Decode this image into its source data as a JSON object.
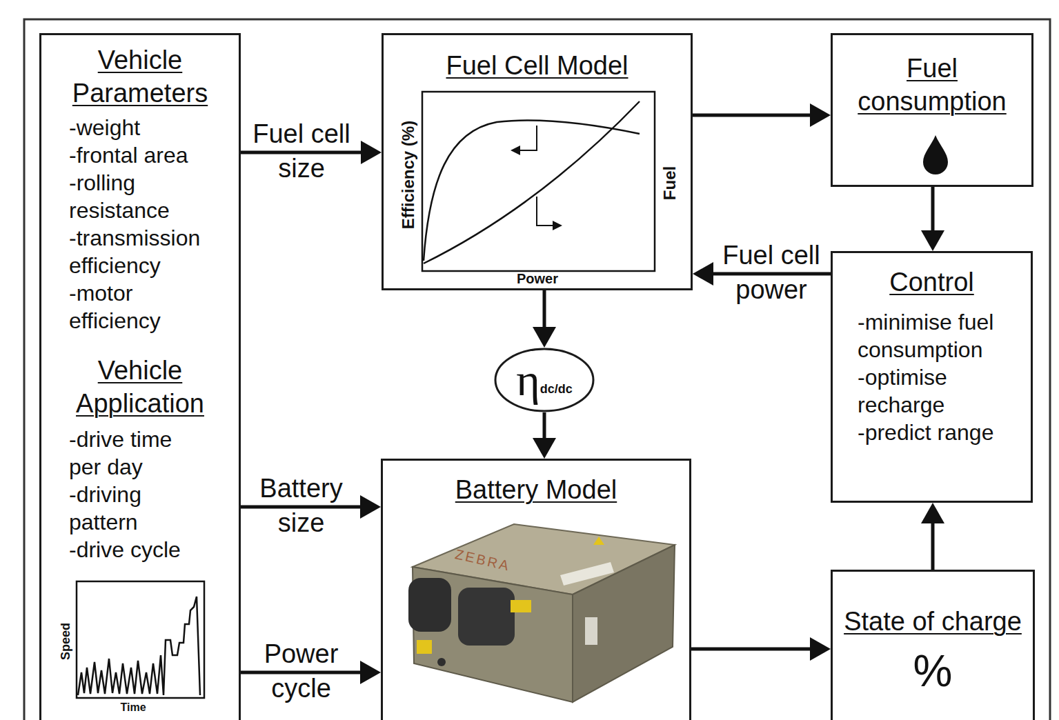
{
  "diagram": {
    "nodes": [
      {
        "text": [
          "Vehicle Parameters",
          "-weight",
          "-frontal area",
          "-rolling resistance",
          "-transmission efficiency",
          "-motor efficiency",
          "Vehicle Application",
          "-drive time per day",
          "-driving pattern",
          "-drive cycle"
        ]
      },
      {
        "text": [
          "Fuel Cell Model"
        ]
      },
      {
        "text": [
          "Fuel consumption"
        ]
      },
      {
        "text": [
          "Control",
          "-minimise fuel consumption",
          "-optimise recharge",
          "-predict range"
        ]
      },
      {
        "text": [
          "η",
          "dc/dc"
        ]
      },
      {
        "text": [
          "Battery Model"
        ]
      },
      {
        "text": [
          "State of charge",
          "%"
        ]
      }
    ],
    "edges": [
      {
        "from": 0,
        "to": 1,
        "label": "Fuel cell size",
        "arrow": "to"
      },
      {
        "from": 0,
        "to": 5,
        "label": "Battery size",
        "arrow": "to"
      },
      {
        "from": 0,
        "to": 5,
        "label": "Power cycle",
        "arrow": "to"
      },
      {
        "from": 1,
        "to": 2,
        "arrow": "to"
      },
      {
        "from": 2,
        "to": 3,
        "arrow": "to"
      },
      {
        "from": 3,
        "to": 1,
        "label": "Fuel cell power",
        "arrow": "to"
      },
      {
        "from": 1,
        "to": 4,
        "arrow": "to"
      },
      {
        "from": 4,
        "to": 5,
        "arrow": "to"
      },
      {
        "from": 5,
        "to": 6,
        "arrow": "to"
      },
      {
        "from": 6,
        "to": 3,
        "arrow": "to"
      }
    ],
    "labels": [
      "Efficiency (%)",
      "Fuel",
      "Power",
      "Speed",
      "Time",
      "ZEBRA"
    ]
  }
}
